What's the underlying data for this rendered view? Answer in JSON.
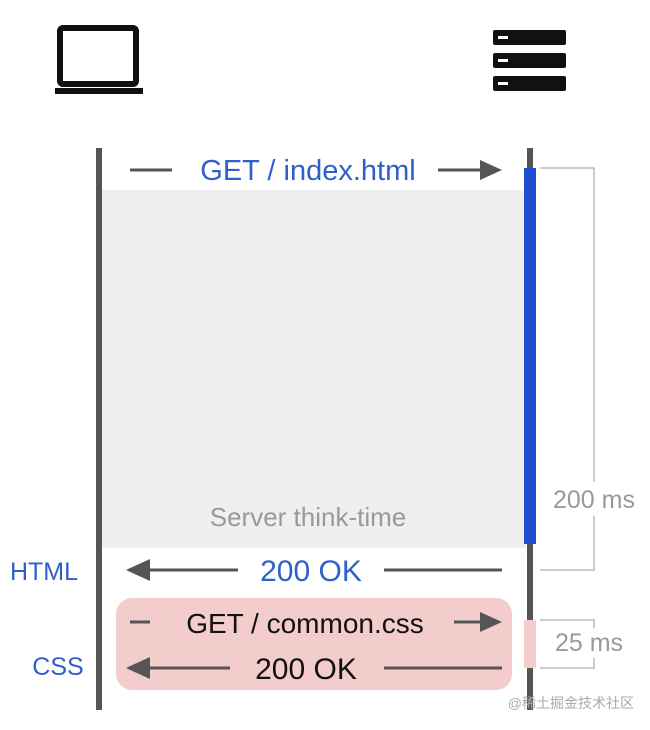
{
  "client_icon": "laptop-icon",
  "server_icon": "server-icon",
  "colors": {
    "blue": "#2f5fc8",
    "timeline": "#555555",
    "think_bg": "#efefef",
    "css_bg": "#f3cccc",
    "muted": "#999999",
    "arrow": "#555555",
    "server_bar": "#1f4fd0"
  },
  "messages": {
    "get_html": "GET / index.html",
    "ok_html": "200 OK",
    "get_css": "GET / common.css",
    "ok_css": "200 OK"
  },
  "labels": {
    "think_time": "Server think-time",
    "html": "HTML",
    "css": "CSS",
    "duration_html": "200 ms",
    "duration_css": "25 ms"
  },
  "watermark": "@稀土掘金技术社区"
}
